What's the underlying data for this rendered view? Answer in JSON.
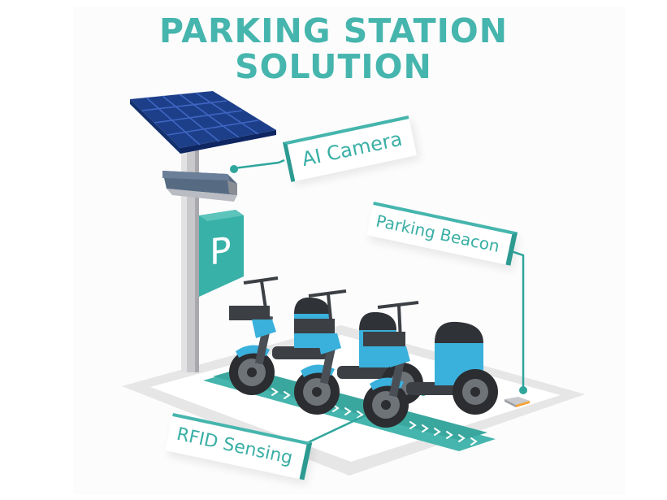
{
  "title": {
    "line1": "PARKING STATION",
    "line2": "SOLUTION"
  },
  "labels": {
    "ai_camera": "AI Camera",
    "parking_beacon": "Parking Beacon",
    "rfid_sensing": "RFID Sensing"
  },
  "sign": {
    "glyph": "P"
  },
  "colors": {
    "teal": "#45b5ad",
    "teal_dark": "#2c9a91",
    "solar_blue": "#1d3f8a",
    "scooter_blue": "#3ab0dc",
    "scooter_gray": "#5a5f66",
    "ground_outline": "#e3e3e3",
    "beacon_orange": "#f2a23a"
  },
  "scooters": {
    "count": 3
  }
}
